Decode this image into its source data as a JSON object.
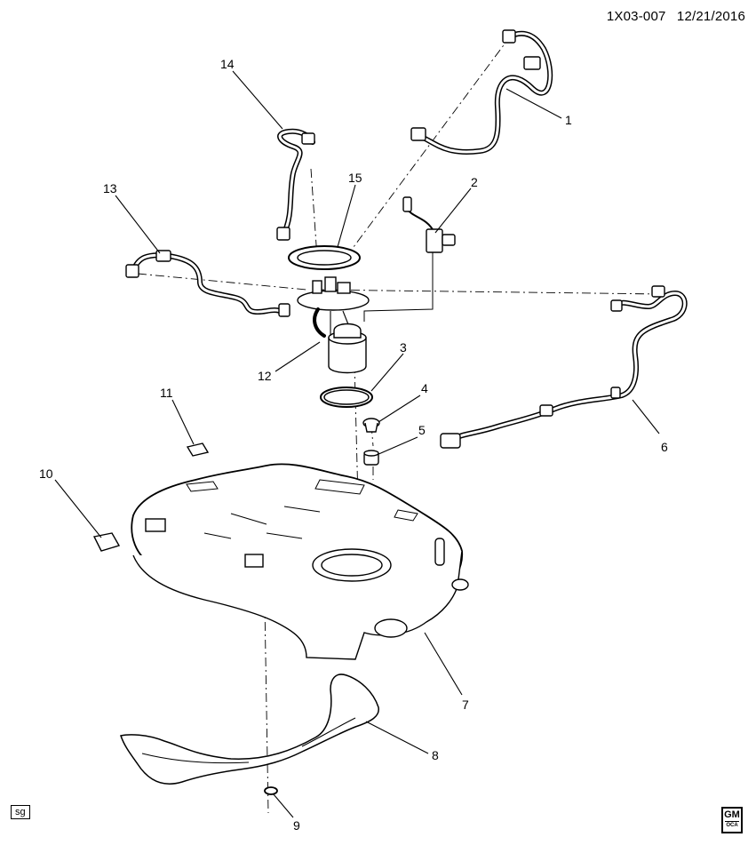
{
  "header": {
    "code": "1X03-007",
    "date": "12/21/2016"
  },
  "badges": {
    "sg": "sg",
    "gm": "GM",
    "gm_sub": "OCA"
  },
  "callouts": [
    {
      "id": "1",
      "label": "1"
    },
    {
      "id": "2",
      "label": "2"
    },
    {
      "id": "3",
      "label": "3"
    },
    {
      "id": "4",
      "label": "4"
    },
    {
      "id": "5",
      "label": "5"
    },
    {
      "id": "6",
      "label": "6"
    },
    {
      "id": "7",
      "label": "7"
    },
    {
      "id": "8",
      "label": "8"
    },
    {
      "id": "9",
      "label": "9"
    },
    {
      "id": "10",
      "label": "10"
    },
    {
      "id": "11",
      "label": "11"
    },
    {
      "id": "12",
      "label": "12"
    },
    {
      "id": "13",
      "label": "13"
    },
    {
      "id": "14",
      "label": "14"
    },
    {
      "id": "15",
      "label": "15"
    }
  ]
}
